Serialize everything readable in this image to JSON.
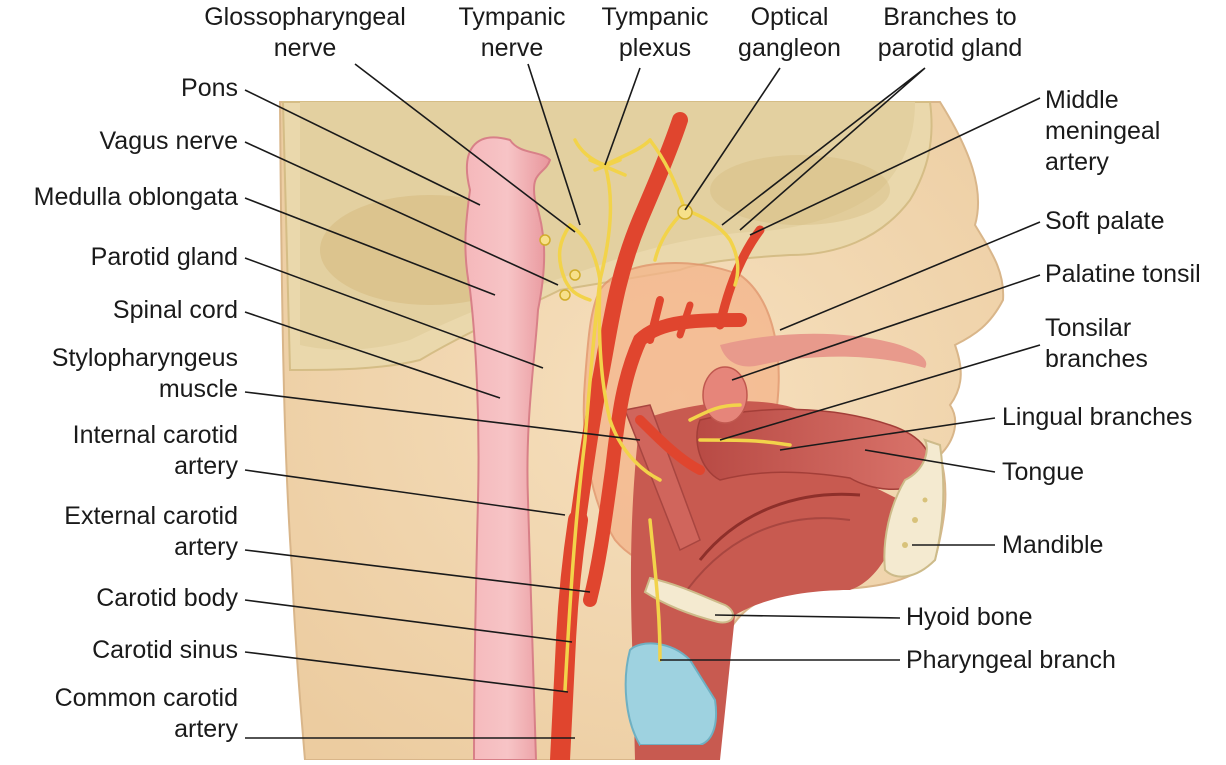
{
  "labels": {
    "glossopharyngeal_nerve": [
      "Glossopharyngeal",
      "nerve"
    ],
    "tympanic_nerve": [
      "Tympanic",
      "nerve"
    ],
    "tympanic_plexus": [
      "Tympanic",
      "plexus"
    ],
    "optical_ganglion": [
      "Optical",
      "gangleon"
    ],
    "branches_to_parotid_gland": [
      "Branches to",
      "parotid gland"
    ],
    "pons": [
      "Pons"
    ],
    "vagus_nerve": [
      "Vagus nerve"
    ],
    "medulla_oblongata": [
      "Medulla oblongata"
    ],
    "parotid_gland": [
      "Parotid gland"
    ],
    "spinal_cord": [
      "Spinal cord"
    ],
    "stylopharyngeus_muscle": [
      "Stylopharyngeus",
      "muscle"
    ],
    "internal_carotid_artery": [
      "Internal carotid",
      "artery"
    ],
    "external_carotid_artery": [
      "External carotid",
      "artery"
    ],
    "carotid_body": [
      "Carotid body"
    ],
    "carotid_sinus": [
      "Carotid sinus"
    ],
    "common_carotid_artery": [
      "Common carotid",
      "artery"
    ],
    "middle_meningeal_artery": [
      "Middle",
      "meningeal",
      "artery"
    ],
    "soft_palate": [
      "Soft palate"
    ],
    "palatine_tonsil": [
      "Palatine tonsil"
    ],
    "tonsilar_branches": [
      "Tonsilar",
      "branches"
    ],
    "lingual_branches": [
      "Lingual branches"
    ],
    "tongue": [
      "Tongue"
    ],
    "mandible": [
      "Mandible"
    ],
    "hyoid_bone": [
      "Hyoid bone"
    ],
    "pharyngeal_branch": [
      "Pharyngeal branch"
    ]
  },
  "colors": {
    "skin": "#f3d9b3",
    "skin_shade": "#e6c394",
    "brain": "#e6d5a8",
    "brainstem": "#f2a9ad",
    "artery": "#e0452e",
    "nerve": "#f2d34a",
    "muscle": "#c9574f",
    "parotid": "#f4b48a",
    "cartilage": "#9ed2e0",
    "bone": "#f4ead0",
    "leader": "#1a1a1a"
  }
}
